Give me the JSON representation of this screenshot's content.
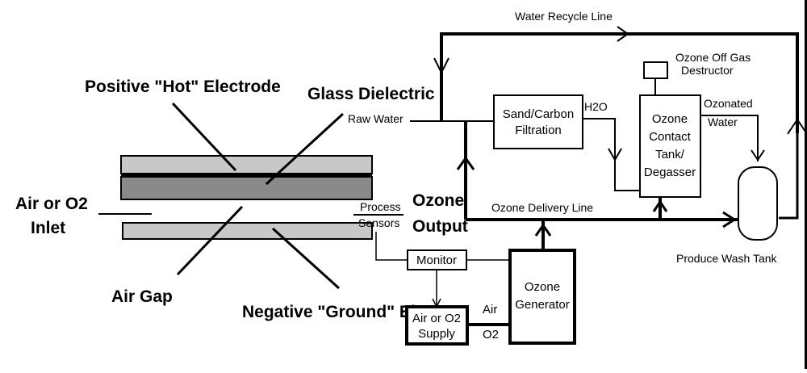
{
  "labels": {
    "positive_electrode": "Positive \"Hot\" Electrode",
    "glass_dielectric": "Glass Dielectric",
    "air_inlet": [
      "Air or O2",
      "Inlet"
    ],
    "ozone_output": [
      "Ozone",
      "Output"
    ],
    "air_gap": "Air Gap",
    "negative_electrode": "Negative \"Ground\" Elect",
    "water_recycle_line": "Water Recycle Line",
    "raw_water": "Raw Water",
    "h2o": "H2O",
    "ozone_off_gas_destructor": [
      "Ozone Off Gas",
      "Destructor"
    ],
    "ozonated_water": [
      "Ozonated",
      "Water"
    ],
    "process_sensors": [
      "Process",
      "Sensors"
    ],
    "ozone_delivery_line": "Ozone Delivery Line",
    "produce_wash_tank": "Produce Wash Tank",
    "air": "Air",
    "o2": "O2"
  },
  "boxes": {
    "sand_carbon_filtration": [
      "Sand/Carbon",
      "Filtration"
    ],
    "ozone_contact_tank": [
      "Ozone",
      "Contact",
      "Tank/",
      "Degasser"
    ],
    "monitor": "Monitor",
    "ozone_generator": [
      "Ozone",
      "Generator"
    ],
    "air_o2_supply": [
      "Air or O2",
      "Supply"
    ]
  },
  "colors": {
    "ink": "#000000",
    "electrode_light": "#c8c8c8",
    "dielectric_dark": "#8a8a8a"
  }
}
